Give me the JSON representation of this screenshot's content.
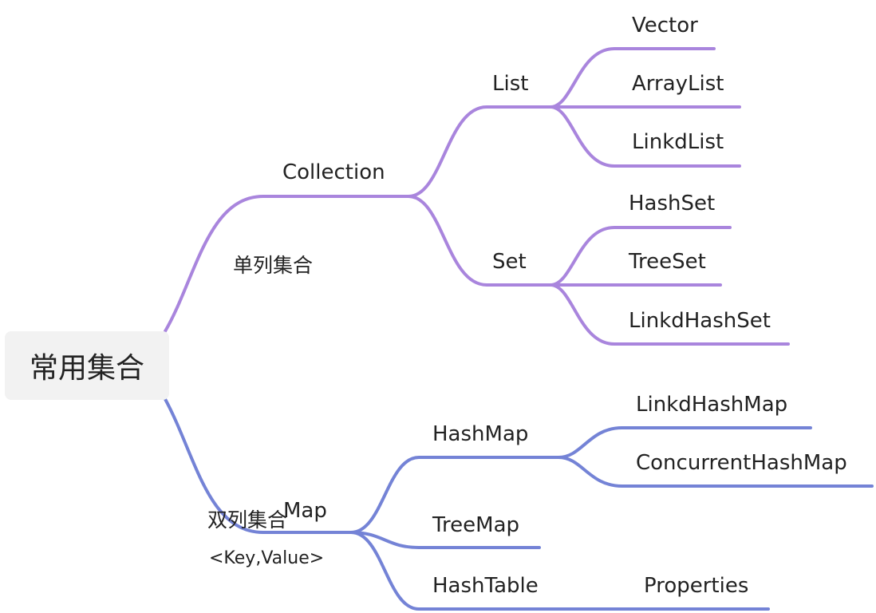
{
  "root": {
    "label": "常用集合"
  },
  "colors": {
    "single_branch": "#a985dd",
    "double_branch": "#7483d6",
    "root_fill": "#f2f2f2",
    "text": "#222222"
  },
  "branches": {
    "single": {
      "note": "单列集合",
      "collection": {
        "label": "Collection",
        "list": {
          "label": "List",
          "children": [
            "Vector",
            "ArrayList",
            "LinkdList"
          ]
        },
        "set": {
          "label": "Set",
          "children": [
            "HashSet",
            "TreeSet",
            "LinkdHashSet"
          ]
        }
      }
    },
    "double": {
      "note": "双列集合",
      "note_sub": "<Key,Value>",
      "map": {
        "label": "Map",
        "hashmap": {
          "label": "HashMap",
          "children": [
            "LinkdHashMap",
            "ConcurrentHashMap"
          ]
        },
        "treemap": {
          "label": "TreeMap"
        },
        "hashtable": {
          "label": "HashTable",
          "children": [
            "Properties"
          ]
        }
      }
    }
  }
}
